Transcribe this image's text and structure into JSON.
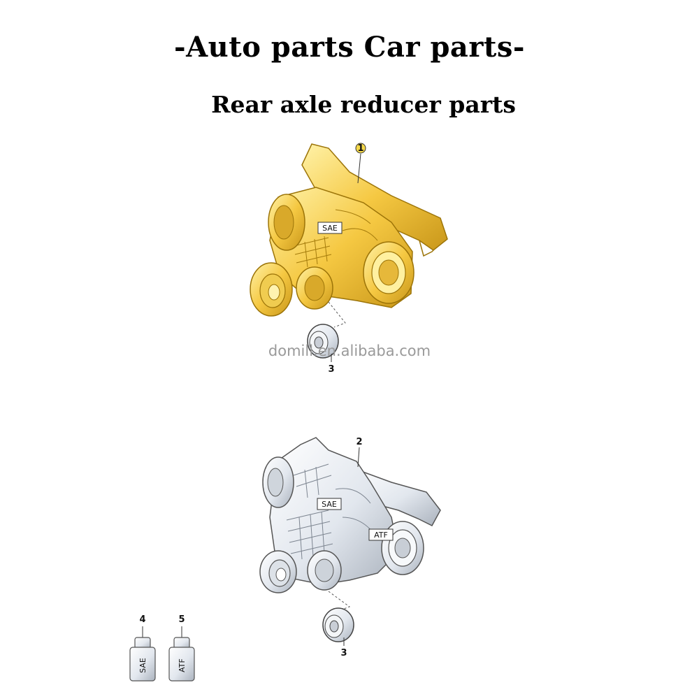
{
  "header": {
    "title": "-Auto parts Car parts-",
    "subtitle": "Rear axle reducer parts"
  },
  "watermark": "domill.en.alibaba.com",
  "colors": {
    "gold_fill": "#f5c842",
    "gold_dark": "#b8860b",
    "silver_fill": "#e4e9ef",
    "silver_dark": "#6c7480"
  },
  "parts": [
    {
      "callout": "1",
      "tags": [
        "SAE"
      ],
      "description_icon": "final-drive-housing-gold"
    },
    {
      "callout": "2",
      "tags": [
        "SAE",
        "ATF"
      ],
      "description_icon": "final-drive-assembly-silver"
    },
    {
      "callout": "3",
      "description_icon": "seal-ring"
    },
    {
      "callout": "4",
      "tag": "SAE",
      "description_icon": "oil-bottle"
    },
    {
      "callout": "5",
      "tag": "ATF",
      "description_icon": "oil-bottle"
    }
  ]
}
